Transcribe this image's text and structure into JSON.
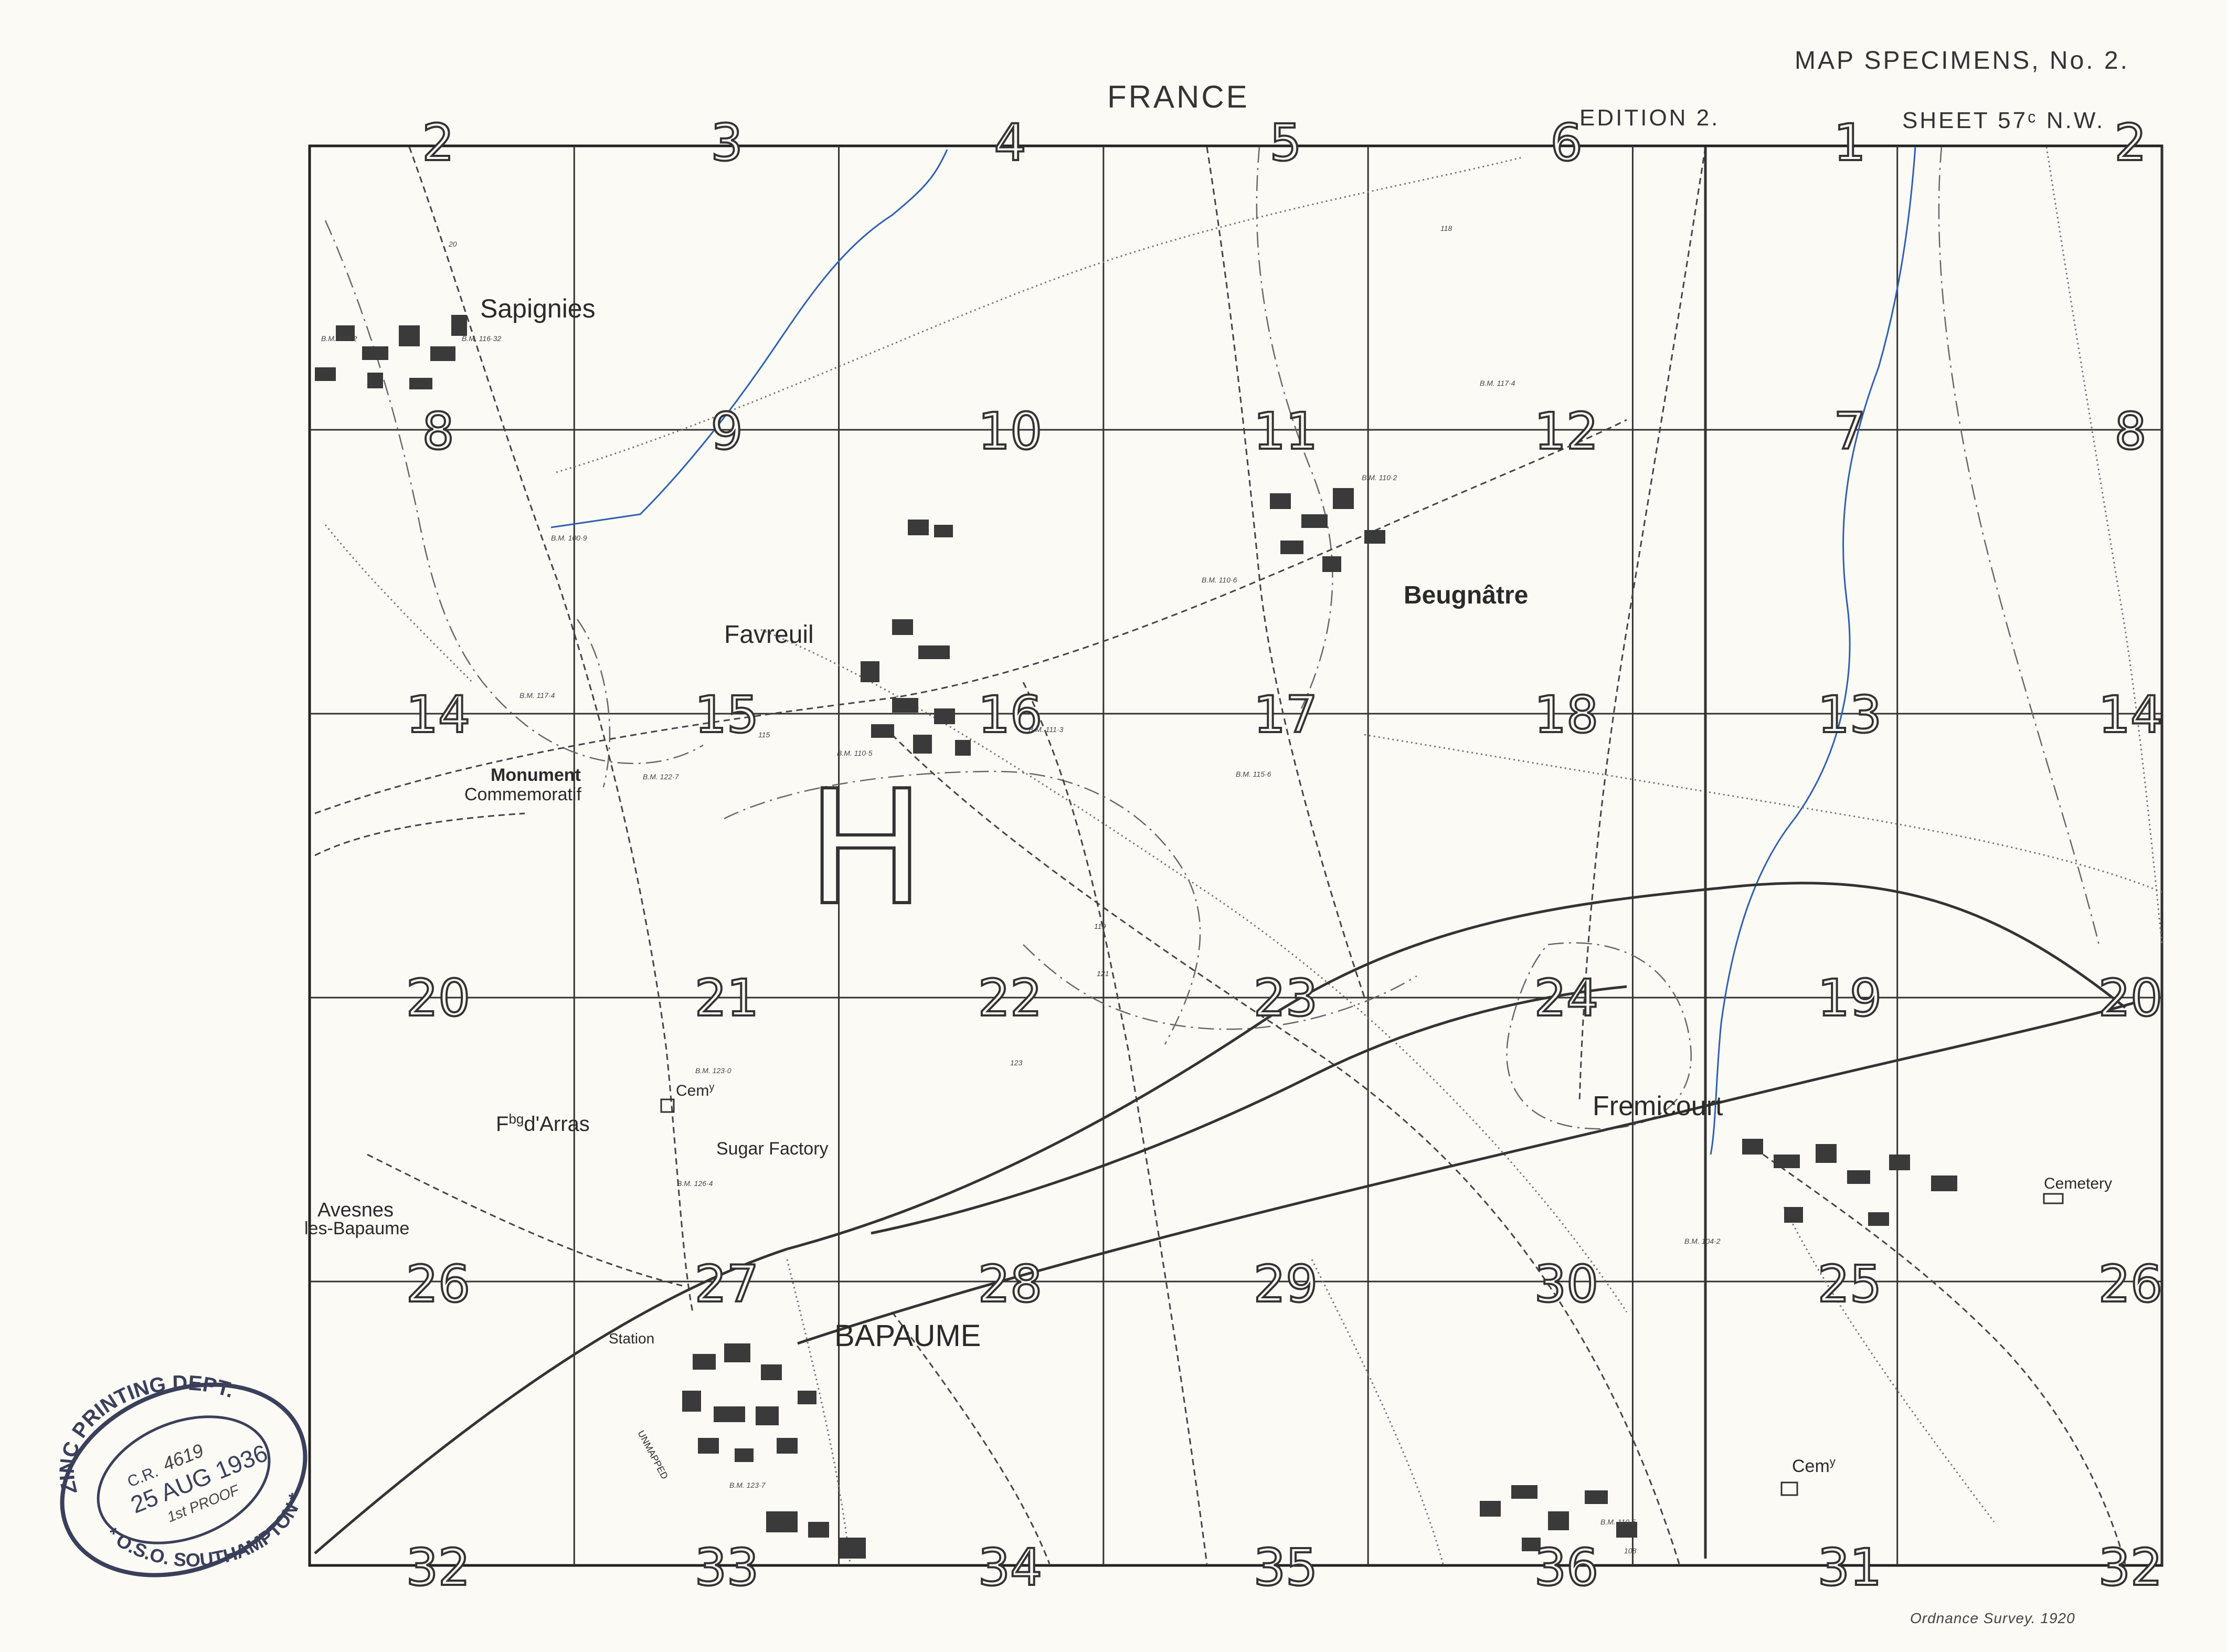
{
  "header": {
    "country": "FRANCE",
    "specimen": "MAP SPECIMENS, No. 2.",
    "edition": "EDITION 2.",
    "sheet": "SHEET 57ᶜ N.W."
  },
  "credit": "Ordnance Survey. 1920",
  "square_numbers": [
    [
      "2",
      "3",
      "4",
      "5",
      "6",
      "1",
      "2"
    ],
    [
      "8",
      "9",
      "10",
      "11",
      "12",
      "7",
      "8"
    ],
    [
      "14",
      "15",
      "16",
      "17",
      "18",
      "13",
      "14"
    ],
    [
      "20",
      "21",
      "22",
      "23",
      "24",
      "19",
      "20"
    ],
    [
      "26",
      "27",
      "28",
      "29",
      "30",
      "25",
      "26"
    ],
    [
      "32",
      "33",
      "34",
      "35",
      "36",
      "31",
      "32"
    ]
  ],
  "large_letter": "H",
  "places": {
    "sapignies": "Sapignies",
    "favreuil": "Favreuil",
    "beugnatre": "Beugnâtre",
    "monument1": "Monument",
    "monument2": "Commemoratif",
    "fbg": "F",
    "fbg_sup": "bg",
    "fbg_rest": "d'Arras",
    "cem1": "Cem",
    "cem_sup": "y",
    "sugar": "Sugar Factory",
    "avesnes1": "Avesnes",
    "avesnes2": "les-Bapaume",
    "station": "Station",
    "bapaume": "BAPAUME",
    "fremicourt": "Fremicourt",
    "cemetery": "Cemetery",
    "cem2": "Cem",
    "cem2_sup": "y",
    "unmapped": "UNMAPPED"
  },
  "benchmarks": {
    "bm1": "B.M. 121·2",
    "bm2": "B.M. 116·32",
    "bm3": "B.M. 100·9",
    "bm4": "B.M. 117·4",
    "bm5": "B.M. 122·7",
    "bm6": "B.M. 110·5",
    "bm7": "B.M. 111·3",
    "bm8": "B.M. 110·6",
    "bm9": "B.M. 110·2",
    "bm10": "B.M. 117·4",
    "bm11": "B.M. 115·6",
    "bm12": "B.M. 123·0",
    "bm13": "B.M. 126·4",
    "bm14": "B.M. 104·2",
    "bm15": "B.M. 110·5",
    "bm16": "B.M. 123·7",
    "h118": "118",
    "h119": "119",
    "h123": "123",
    "h121": "121",
    "h115": "115",
    "h20": "20",
    "h108": "108"
  },
  "stamp": {
    "top_text": "ZINC PRINTING DEPT.",
    "bottom_text": "* O.S.O. SOUTHAMPTON *",
    "cr": "C.R.",
    "number": "4619",
    "date": "25 AUG 1936",
    "proof": "1st PROOF"
  }
}
